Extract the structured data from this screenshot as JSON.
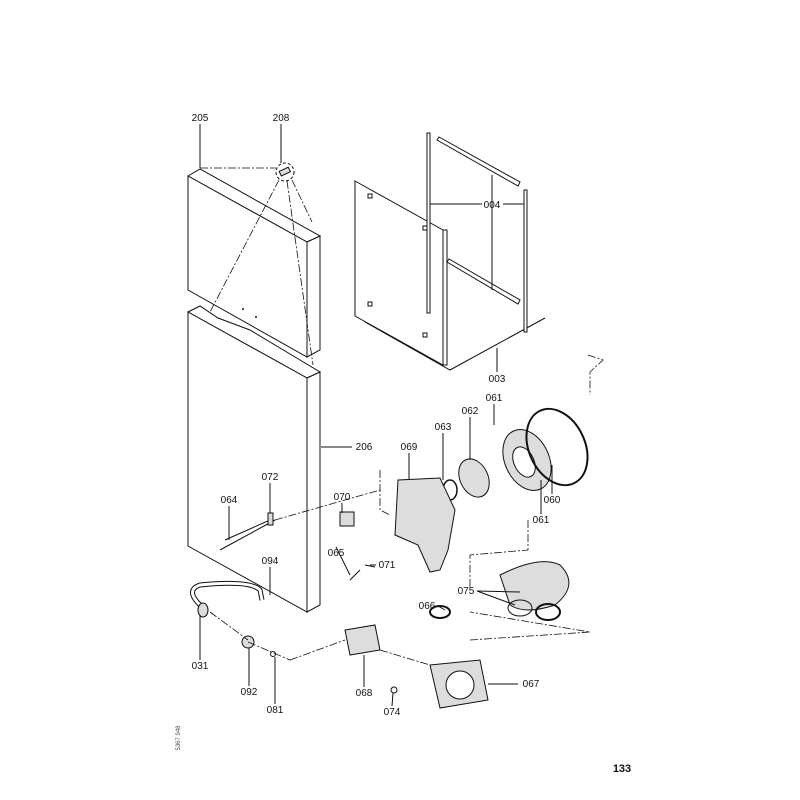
{
  "diagram": {
    "labels": {
      "p205": "205",
      "p208": "208",
      "p004": "004",
      "p003": "003",
      "p061a": "061",
      "p062": "062",
      "p063": "063",
      "p069": "069",
      "p206": "206",
      "p072": "072",
      "p064": "064",
      "p070": "070",
      "p060": "060",
      "p061b": "061",
      "p065": "065",
      "p071": "071",
      "p094": "094",
      "p075": "075",
      "p066": "066",
      "p031": "031",
      "p067": "067",
      "p092": "092",
      "p068": "068",
      "p081": "081",
      "p074": "074"
    },
    "doc_code": "5367 948",
    "page_number": "133"
  }
}
